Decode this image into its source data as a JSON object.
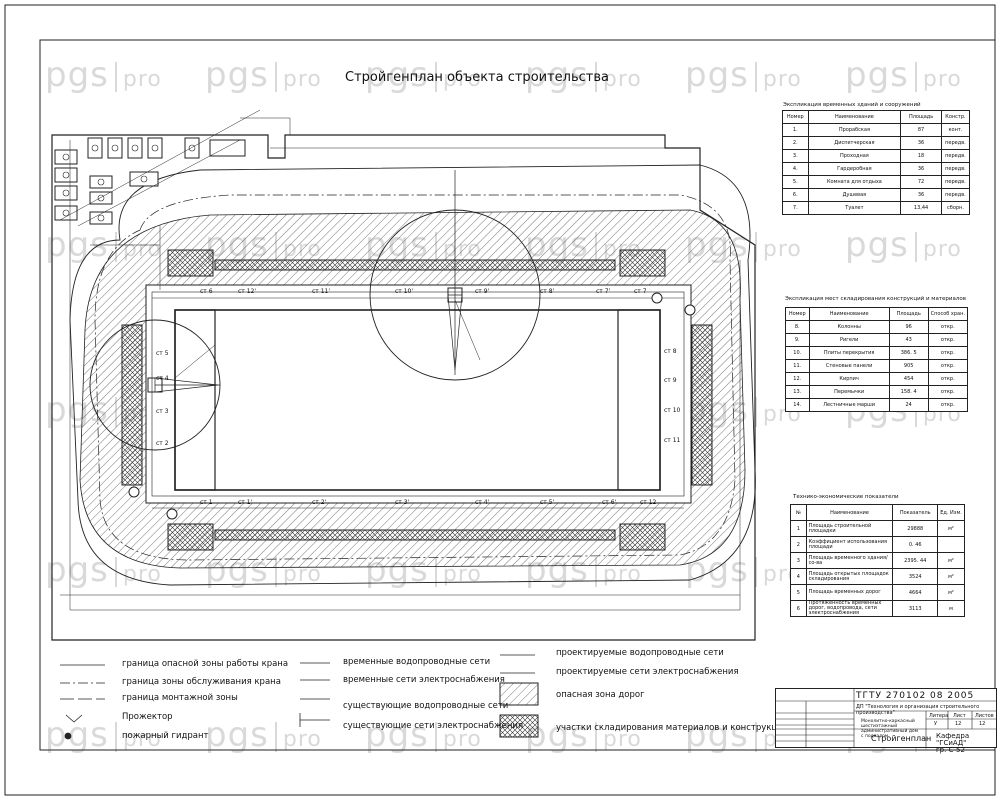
{
  "watermark": {
    "brand": "pgs",
    "suffix": "pro"
  },
  "drawing_title": "Стройгенплан объекта строительства",
  "table_buildings": {
    "caption": "Экспликация временных зданий и сооружений",
    "headers": [
      "Номер",
      "Наименование",
      "Площадь",
      "Констр."
    ],
    "rows": [
      [
        "1.",
        "Прорабская",
        "87",
        "конт."
      ],
      [
        "2.",
        "Диспетчерская",
        "36",
        "передв."
      ],
      [
        "3.",
        "Проходная",
        "18",
        "передв."
      ],
      [
        "4.",
        "Гардеробная",
        "36",
        "передв."
      ],
      [
        "5.",
        "Комната для отдыха",
        "72",
        "передв."
      ],
      [
        "6.",
        "Душевая",
        "36",
        "передв."
      ],
      [
        "7.",
        "Туалет",
        "13,44",
        "сборн."
      ]
    ]
  },
  "table_storage": {
    "caption": "Экспликация мест складирования конструкций и материалов",
    "headers": [
      "Номер",
      "Наименование",
      "Площадь",
      "Способ хран."
    ],
    "rows": [
      [
        "8.",
        "Колонны",
        "96",
        "откр."
      ],
      [
        "9.",
        "Ригели",
        "43",
        "откр."
      ],
      [
        "10.",
        "Плиты перекрытия",
        "386. 5",
        "откр."
      ],
      [
        "11.",
        "Стеновые панели",
        "905",
        "откр."
      ],
      [
        "12.",
        "Кирпич",
        "454",
        "откр."
      ],
      [
        "13.",
        "Перемычки",
        "158. 4",
        "откр."
      ],
      [
        "14.",
        "Лестничные марши",
        "24",
        "откр."
      ]
    ]
  },
  "table_tep": {
    "caption": "Технико-экономические показатели",
    "headers": [
      "№",
      "Наименование",
      "Показатель",
      "Ед. Изм."
    ],
    "rows": [
      [
        "1",
        "Площадь строительной площадки",
        "29888",
        "м²"
      ],
      [
        "2",
        "Коэффициент использования площади",
        "0. 46",
        ""
      ],
      [
        "3",
        "Площадь временного здания/со-ва",
        "2395. 44",
        "м²"
      ],
      [
        "4",
        "Площадь открытых площадок складирования",
        "3524",
        "м²"
      ],
      [
        "5",
        "Площадь временных дорог",
        "4664",
        "м²"
      ],
      [
        "6",
        "Протяженность временных дорог, водопровода, сети электроснабжения",
        "3113",
        "м"
      ]
    ]
  },
  "stations": {
    "top": [
      "ст 6",
      "ст 12'",
      "ст 11'",
      "ст 10'",
      "ст 9'",
      "ст 8'",
      "ст 7'",
      "ст 7"
    ],
    "bottom": [
      "ст 1",
      "ст 1'",
      "ст 2'",
      "ст 3'",
      "ст 4'",
      "ст 5'",
      "ст 6'",
      "ст 12"
    ],
    "left": [
      "ст 5",
      "ст 4",
      "ст 3",
      "ст 2"
    ],
    "right": [
      "ст 8",
      "ст 9",
      "ст 10",
      "ст 11"
    ]
  },
  "legend": {
    "items": [
      "граница опасной зоны работы крана",
      "граница зоны обслуживания крана",
      "граница монтажной зоны",
      "Прожектор",
      "пожарный гидрант",
      "временные водопроводные сети",
      "временные сети электроснабжения",
      "существующие водопроводные сети",
      "существующие сети электроснабжения",
      "проектируемые водопроводные сети",
      "проектируемые сети электроснабжения",
      "опасная зона дорог",
      "участки складирования материалов и конструкций"
    ]
  },
  "stamp": {
    "code": "ТГТУ 270102 08 2005",
    "org": "ДП \"Технология и организация строительного производства\"",
    "project": "Монолитно-каркасный шестиэтажный административный дом с подвалом",
    "stage_label": "Литера",
    "sheet_label": "Лист",
    "sheets_label": "Листов",
    "stage": "У",
    "sheet": "12",
    "sheets": "12",
    "drawing": "Стройгенплан",
    "dept": "Кафедра \"ГСиАД\"",
    "group": "гр. С-52"
  },
  "colors": {
    "line": "#222222",
    "watermark": "#d9d9d9",
    "hatch": "#555555"
  }
}
